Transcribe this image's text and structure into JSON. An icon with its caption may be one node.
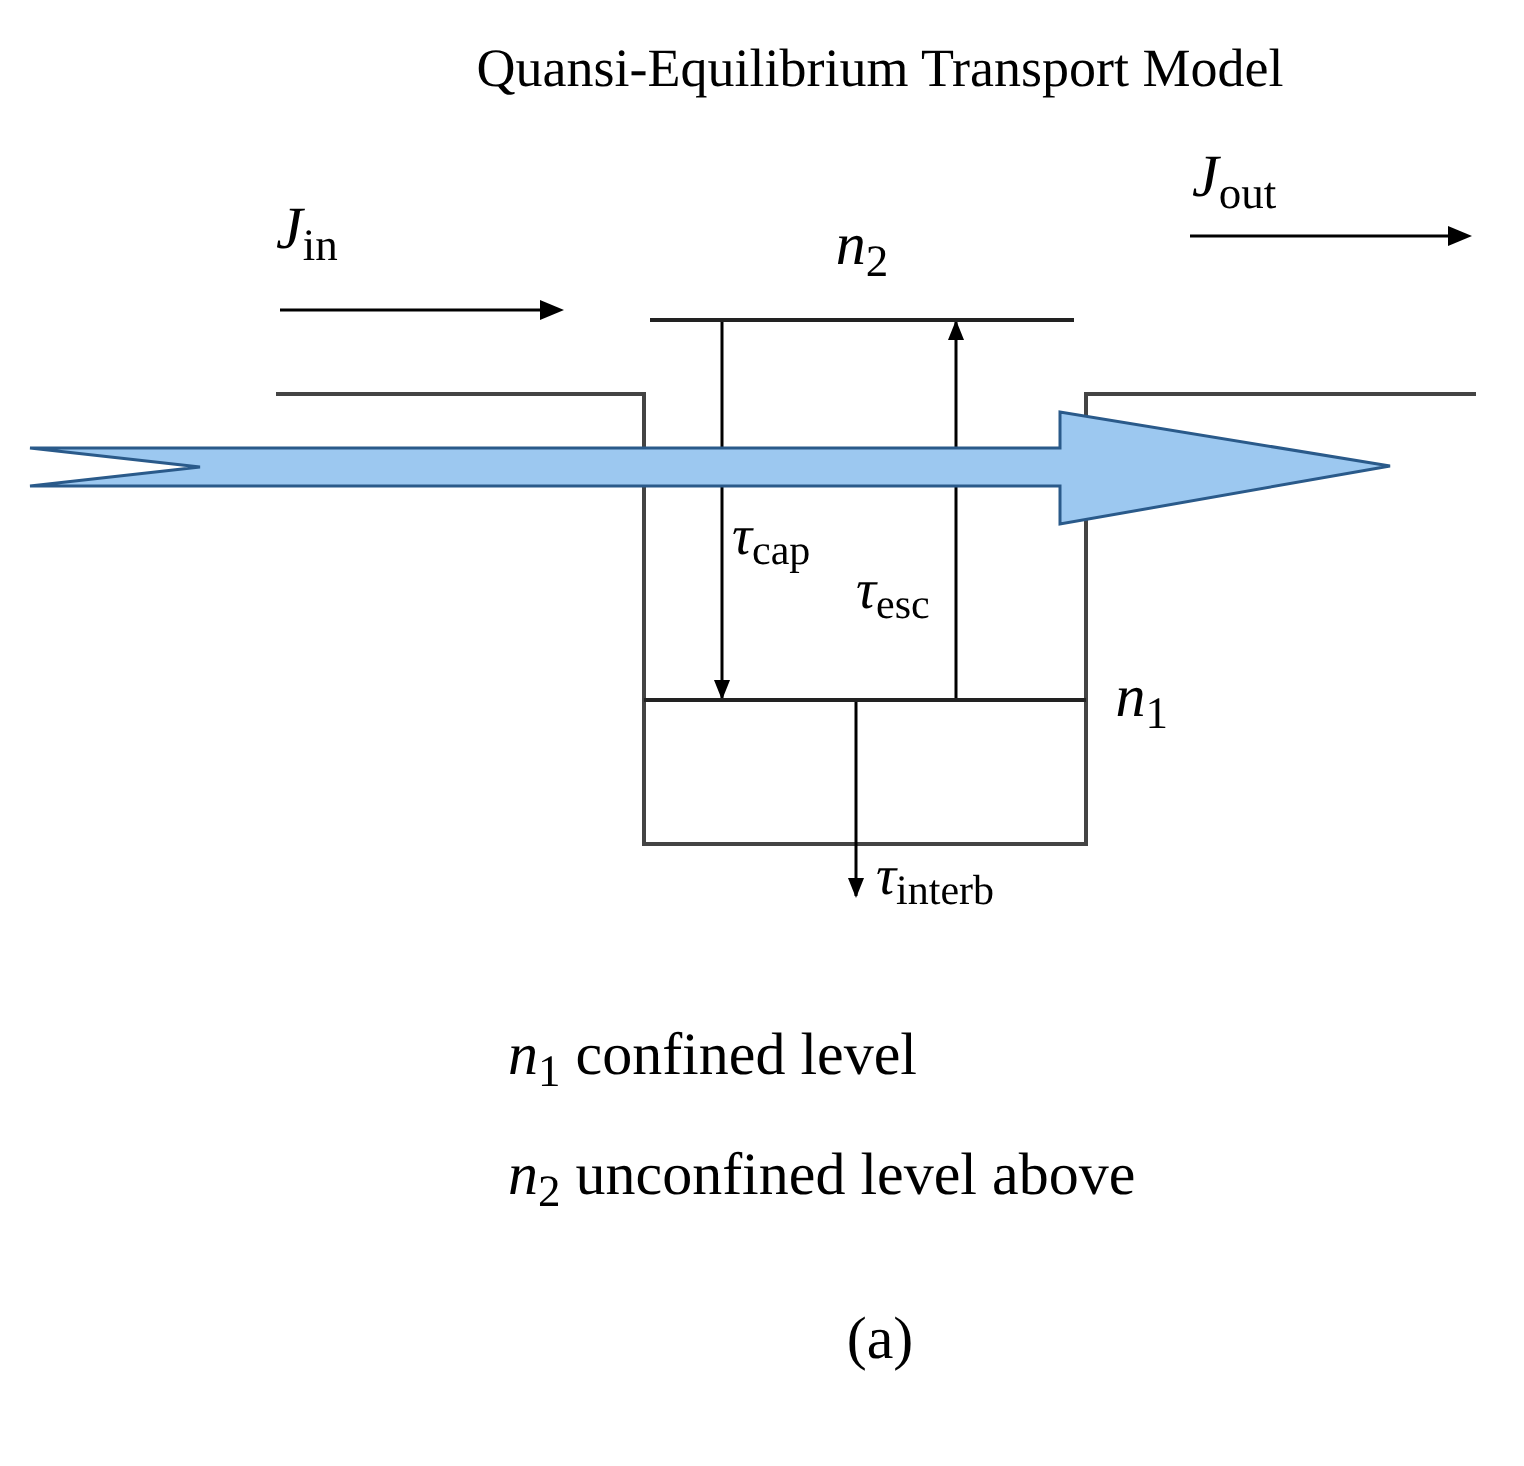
{
  "diagram": {
    "title": "Quansi-Equilibrium Transport Model",
    "nodes": [
      {
        "text": [
          "*n*$_{2}$"
        ]
      },
      {
        "text": [
          "*n*$_{1}$"
        ]
      }
    ],
    "edges": [
      {
        "from": 0,
        "to": 1,
        "arrow": "to",
        "label": "*τ*$_{cap}$"
      },
      {
        "from": 1,
        "to": 0,
        "arrow": "to",
        "label": "*τ*$_{esc}$"
      },
      {
        "from": 1,
        "to": null,
        "arrow": "to",
        "label": "*τ*$_{interb}$"
      }
    ],
    "labels": [
      "*J*$_{in}$",
      "*J*$_{out}$",
      "*n*$_{1}$ confined level",
      "*n*$_{2}$ unconfined level above"
    ],
    "caption": "(a)"
  }
}
